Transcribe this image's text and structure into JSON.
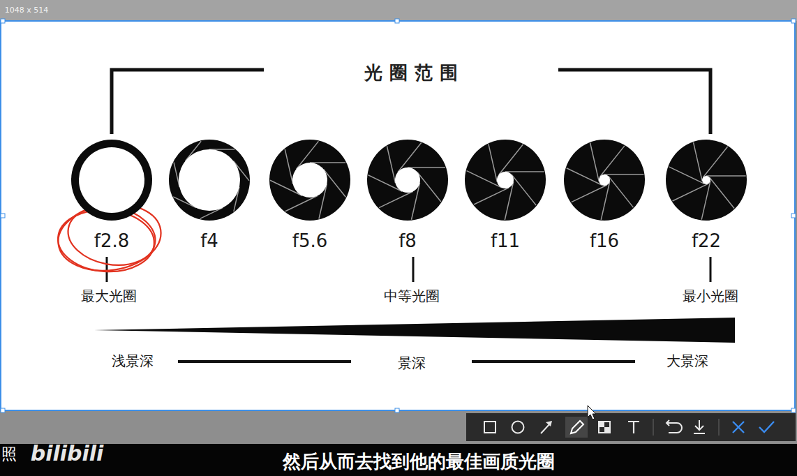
{
  "diagram": {
    "title": "光圈范围",
    "caption": "然后从而去找到他的最佳画质光圈",
    "nodes": [
      {
        "text": [
          "f2.8"
        ]
      },
      {
        "text": [
          "f4"
        ]
      },
      {
        "text": [
          "f5.6"
        ]
      },
      {
        "text": [
          "f8"
        ]
      },
      {
        "text": [
          "f11"
        ]
      },
      {
        "text": [
          "f16"
        ]
      },
      {
        "text": [
          "f22"
        ]
      }
    ],
    "labels": [
      "1048 x 514",
      "最大光圈",
      "中等光圈",
      "最小光圈",
      "浅景深",
      "景深",
      "大景深",
      "照",
      "bilibili"
    ]
  }
}
